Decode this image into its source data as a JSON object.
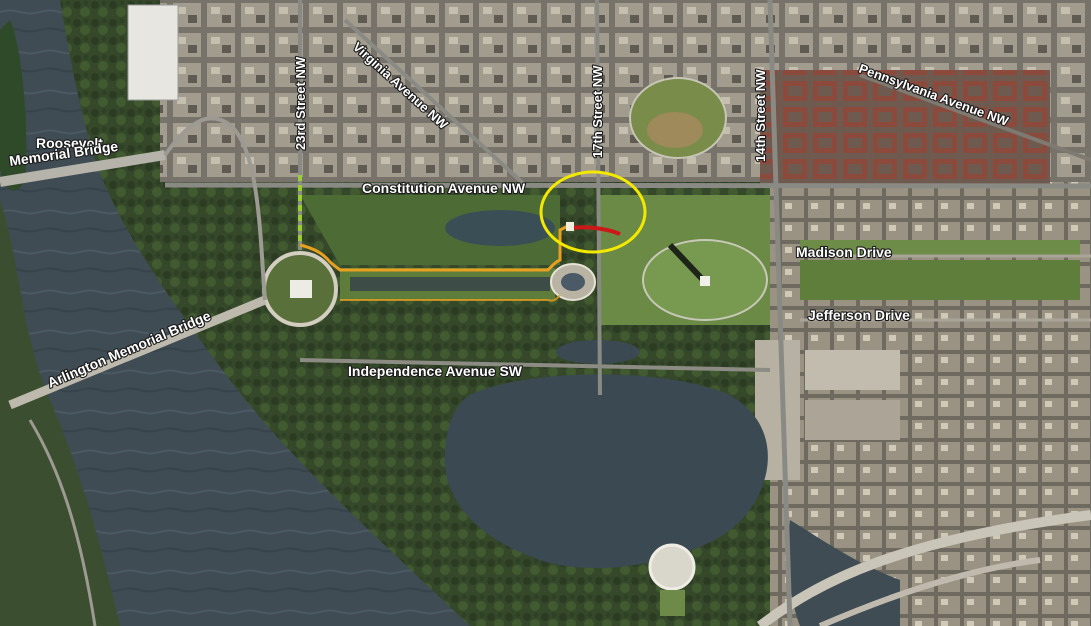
{
  "labels": {
    "roosevelt_bridge_line1": "Roosevelt",
    "roosevelt_bridge_line2": "Memorial Bridge",
    "arlington_bridge": "Arlington Memorial Bridge",
    "street_23rd": "23rd Street NW",
    "virginia_ave": "Virginia Avenue NW",
    "street_17th": "17th Street NW",
    "street_14th": "14th Street NW",
    "pennsylvania_ave": "Pennsylvania Avenue NW",
    "constitution_ave": "Constitution Avenue NW",
    "madison_drive": "Madison Drive",
    "jefferson_drive": "Jefferson Drive",
    "independence_ave": "Independence Avenue SW"
  },
  "colors": {
    "river": "#3d4a52",
    "land": "#4a5a3a",
    "grass": "#5c7a3c",
    "urban": "#8a8578",
    "route_orange": "#e8a020",
    "route_green_dashed": "#9acd32",
    "route_red": "#cc1818",
    "highlight_circle": "#f2e800"
  }
}
